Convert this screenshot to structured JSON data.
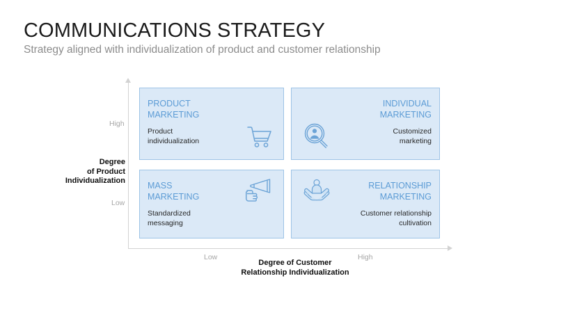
{
  "header": {
    "title": "COMMUNICATIONS STRATEGY",
    "subtitle": "Strategy aligned with individualization of product and customer relationship"
  },
  "matrix": {
    "y_axis": {
      "title": "Degree\nof Product\nIndividualization",
      "high_label": "High",
      "low_label": "Low"
    },
    "x_axis": {
      "title": "Degree of Customer\nRelationship Individualization",
      "low_label": "Low",
      "high_label": "High"
    },
    "quadrants": [
      {
        "id": "product",
        "heading": "PRODUCT\nMARKETING",
        "body": "Product\nindividualization",
        "icon": "shopping-cart-icon"
      },
      {
        "id": "individual",
        "heading": "INDIVIDUAL\nMARKETING",
        "body": "Customized\nmarketing",
        "icon": "person-magnifier-icon"
      },
      {
        "id": "mass",
        "heading": "MASS\nMARKETING",
        "body": "Standardized\nmessaging",
        "icon": "hand-megaphone-icon"
      },
      {
        "id": "relationship",
        "heading": "RELATIONSHIP\nMARKETING",
        "body": "Customer relationship\ncultivation",
        "icon": "hands-person-icon"
      }
    ]
  },
  "colors": {
    "quadrant_fill": "#dbe9f7",
    "quadrant_border": "#9dc3e6",
    "heading_blue": "#5b9bd5",
    "icon_blue": "#6ba3d6",
    "body_text": "#262626",
    "subtitle_gray": "#8c8c8c",
    "axis_gray": "#d2d2d2",
    "scale_label_gray": "#a6a6a6"
  }
}
